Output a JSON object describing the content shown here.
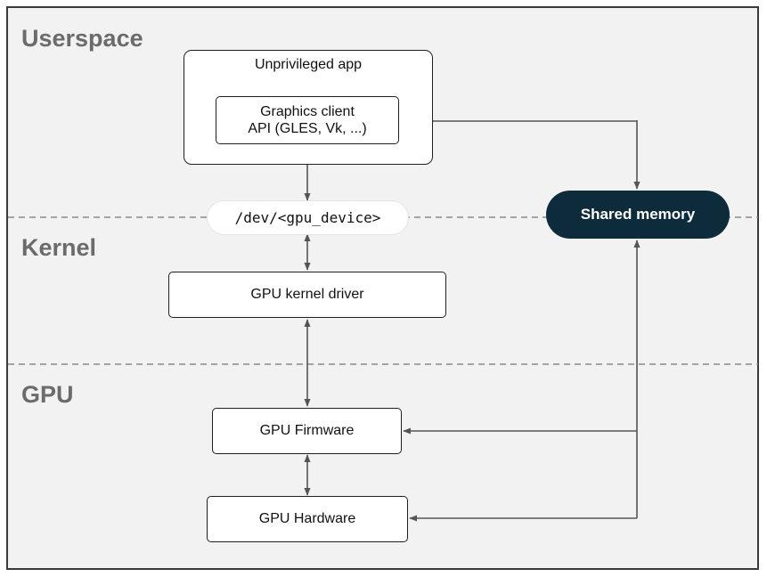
{
  "layers": {
    "userspace": "Userspace",
    "kernel": "Kernel",
    "gpu": "GPU"
  },
  "nodes": {
    "app": "Unprivileged app",
    "client_line1": "Graphics client",
    "client_line2": "API (GLES, Vk, ...)",
    "device": "/dev/<gpu_device>",
    "shared_memory": "Shared memory",
    "kernel_driver": "GPU kernel driver",
    "firmware": "GPU Firmware",
    "hardware": "GPU Hardware"
  },
  "colors": {
    "background": "#f2f2f2",
    "frame": "#3a3a3a",
    "layer_label": "#6b6b6b",
    "arrow": "#555555",
    "divider": "#8a8a8a",
    "shared_memory_fill": "#0d2b3a"
  }
}
